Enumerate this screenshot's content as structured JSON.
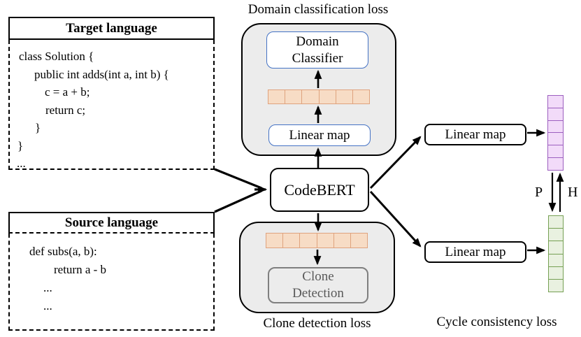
{
  "figure": {
    "type": "architecture-diagram",
    "description": "CodeBERT cross-language training diagram with domain classification, clone detection and cycle consistency losses"
  },
  "target_panel": {
    "title": "Target language",
    "lines": [
      "class Solution {",
      "public int adds(int a, int b) {",
      "c = a + b;",
      "return c;",
      "}",
      "}",
      "..."
    ]
  },
  "source_panel": {
    "title": "Source language",
    "lines": [
      "def subs(a, b):",
      "return a - b",
      "...",
      "..."
    ]
  },
  "domain_module": {
    "loss_label": "Domain classification loss",
    "classifier_line1": "Domain",
    "classifier_line2": "Classifier",
    "linear_map": "Linear map"
  },
  "encoder": {
    "label": "CodeBERT"
  },
  "clone_module": {
    "loss_label": "Clone detection loss",
    "detector_line1": "Clone",
    "detector_line2": "Detection"
  },
  "cycle_module": {
    "loss_label": "Cycle consistency loss",
    "linear_map_top": "Linear map",
    "linear_map_bottom": "Linear map",
    "p_label": "P",
    "h_label": "H"
  },
  "vectors": {
    "horizontal_segments": 6,
    "vertical_segments": 6,
    "embedding_fill": "#F7DCC5",
    "embedding_border": "#DFA37E",
    "purple_fill": "#F2DBF9",
    "purple_border": "#9C5FBF",
    "green_fill": "#E9F1E0",
    "green_border": "#76A054"
  },
  "colors": {
    "module_panel_fill": "#ECECEC",
    "classifier_border_blue": "#4472C4",
    "clone_border_gray": "#7F7F7F",
    "ink": "#000000"
  }
}
